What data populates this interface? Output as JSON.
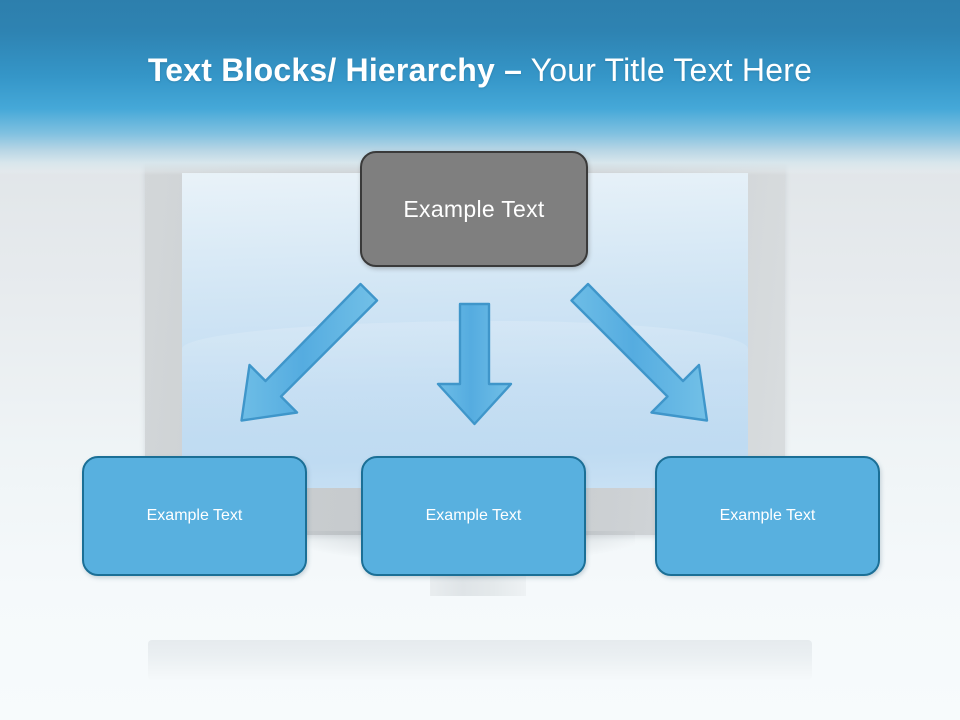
{
  "slide": {
    "title": {
      "strong": "Text Blocks/ Hierarchy –",
      "light": " Your Title Text Here",
      "full": "Text Blocks/ Hierarchy – Your Title Text Here"
    }
  },
  "diagram": {
    "type": "hierarchy",
    "root": {
      "label": "Example  Text",
      "fill": "#7f7f7f",
      "stroke": "#3a3a3a",
      "text_color": "#ffffff"
    },
    "children": [
      {
        "label": "Example Text",
        "fill": "#58b0df",
        "stroke": "#1b6f96",
        "text_color": "#ffffff"
      },
      {
        "label": "Example Text",
        "fill": "#58b0df",
        "stroke": "#1b6f96",
        "text_color": "#ffffff"
      },
      {
        "label": "Example Text",
        "fill": "#58b0df",
        "stroke": "#1b6f96",
        "text_color": "#ffffff"
      }
    ],
    "connectors": [
      {
        "name": "arrow-down-left",
        "direction": "down-left",
        "fill": "#5db3e0",
        "stroke": "#3a93c8"
      },
      {
        "name": "arrow-down",
        "direction": "down",
        "fill": "#5db3e0",
        "stroke": "#3a93c8"
      },
      {
        "name": "arrow-down-right",
        "direction": "down-right",
        "fill": "#5db3e0",
        "stroke": "#3a93c8"
      }
    ]
  },
  "background": {
    "header_gradient_top": "#2d7fad",
    "header_gradient_bottom": "#d8e6ec",
    "body_color": "#eff4f6",
    "monitor_bezel": "#c8cccf",
    "monitor_screen_top": "#e9f2f8",
    "monitor_screen_bottom": "#c3ddf2"
  }
}
